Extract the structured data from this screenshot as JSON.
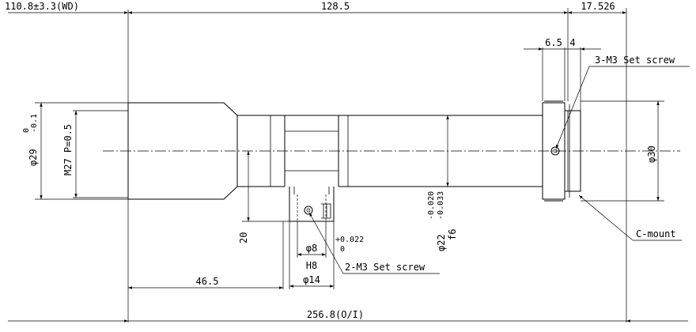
{
  "dimensions": {
    "working_distance": "110.8±3.3(WD)",
    "body_length": "128.5",
    "flange_length": "17.526",
    "groove_a": "6.5",
    "groove_b": "4",
    "front_dia": "φ29",
    "front_tol_upper": "0",
    "front_tol_lower": "-0.1",
    "front_thread": "M27 P=0.5",
    "shaft_dia": "φ22",
    "shaft_tol_upper": "-0.020",
    "shaft_tol_lower": "-0.033",
    "shaft_fit": "f6",
    "mount_dia": "φ30",
    "height_20": "20",
    "offset_465": "46.5",
    "bore_dia": "φ8",
    "bore_tol_upper": "+0.022",
    "bore_tol_lower": "0",
    "bore_fit": "H8",
    "boss_dia": "φ14",
    "total_length": "256.8(O/I)"
  },
  "callouts": {
    "top_set_screw": "3-M3 Set screw",
    "bottom_set_screw": "2-M3 Set screw",
    "mount": "C-mount"
  }
}
